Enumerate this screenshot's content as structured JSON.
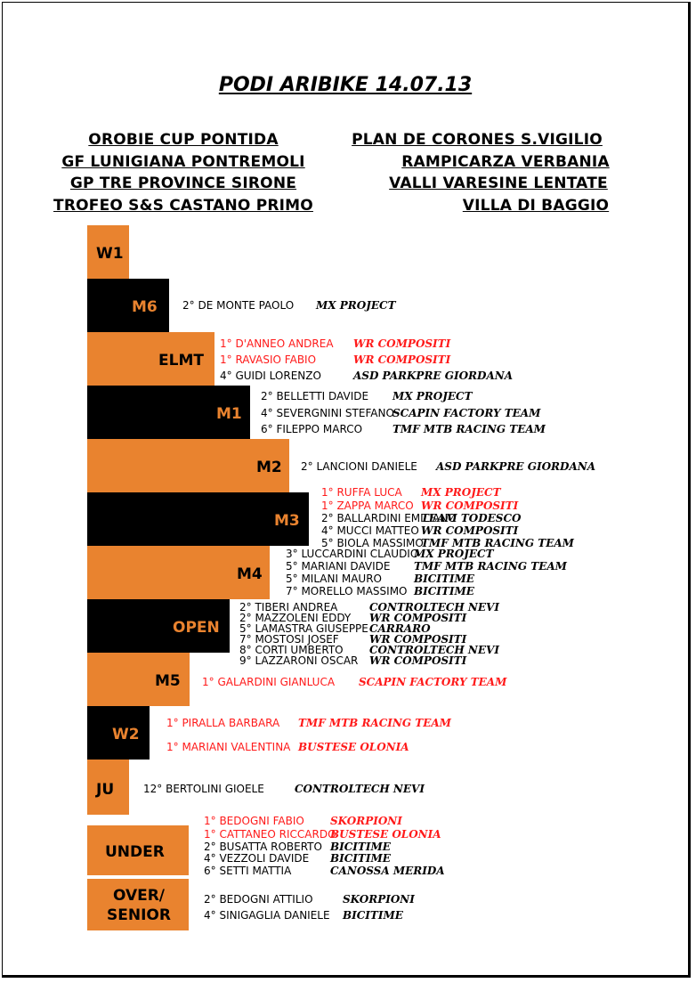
{
  "title": "PODI ARIBIKE 14.07.13",
  "events": [
    "OROBIE CUP PONTIDA",
    "PLAN DE CORONES S.VIGILIO",
    "GF LUNIGIANA PONTREMOLI",
    "RAMPICARZA VERBANIA",
    "GP TRE PROVINCE SIRONE",
    "VALLI VARESINE LENTATE",
    "TROFEO S&S CASTANO PRIMO",
    "VILLA DI BAGGIO"
  ],
  "colors": {
    "orange": "#e9832f",
    "black": "#000000",
    "red": "#ff1a1a"
  },
  "categories": [
    {
      "label": "W1",
      "results": []
    },
    {
      "label": "M6",
      "results": [
        {
          "place": "2° DE MONTE PAOLO",
          "team": "MX PROJECT",
          "highlight": false
        }
      ]
    },
    {
      "label": "ELMT",
      "results": [
        {
          "place": "1° D'ANNEO ANDREA",
          "team": "WR COMPOSITI",
          "highlight": true
        },
        {
          "place": "1° RAVASIO FABIO",
          "team": "WR COMPOSITI",
          "highlight": true
        },
        {
          "place": "4° GUIDI LORENZO",
          "team": "ASD PARKPRE GIORDANA",
          "highlight": false
        }
      ]
    },
    {
      "label": "M1",
      "results": [
        {
          "place": "2° BELLETTI DAVIDE",
          "team": "MX PROJECT",
          "highlight": false
        },
        {
          "place": "4° SEVERGNINI STEFANO",
          "team": "SCAPIN FACTORY TEAM",
          "highlight": false
        },
        {
          "place": "6° FILEPPO MARCO",
          "team": "TMF MTB RACING TEAM",
          "highlight": false
        }
      ]
    },
    {
      "label": "M2",
      "results": [
        {
          "place": "2° LANCIONI DANIELE",
          "team": "ASD PARKPRE GIORDANA",
          "highlight": false
        }
      ]
    },
    {
      "label": "M3",
      "results": [
        {
          "place": "1° RUFFA LUCA",
          "team": "MX PROJECT",
          "highlight": true
        },
        {
          "place": "1° ZAPPA MARCO",
          "team": "WR COMPOSITI",
          "highlight": true
        },
        {
          "place": "2° BALLARDINI EMILIANO",
          "team": "TEAM TODESCO",
          "highlight": false
        },
        {
          "place": "4° MUCCI MATTEO",
          "team": "WR COMPOSITI",
          "highlight": false
        },
        {
          "place": "5° BIOLA MASSIMO",
          "team": "TMF MTB RACING TEAM",
          "highlight": false
        }
      ]
    },
    {
      "label": "M4",
      "results": [
        {
          "place": "3° LUCCARDINI CLAUDIO",
          "team": "MX PROJECT",
          "highlight": false
        },
        {
          "place": "5° MARIANI DAVIDE",
          "team": "TMF MTB RACING TEAM",
          "highlight": false
        },
        {
          "place": "5° MILANI MAURO",
          "team": "BICITIME",
          "highlight": false
        },
        {
          "place": "7° MORELLO MASSIMO",
          "team": "BICITIME",
          "highlight": false
        }
      ]
    },
    {
      "label": "OPEN",
      "results": [
        {
          "place": "2° TIBERI ANDREA",
          "team": "CONTROLTECH NEVI",
          "highlight": false
        },
        {
          "place": "2° MAZZOLENI EDDY",
          "team": "WR COMPOSITI",
          "highlight": false
        },
        {
          "place": "5° LAMASTRA GIUSEPPE",
          "team": "CARRARO",
          "highlight": false
        },
        {
          "place": "7° MOSTOSI JOSEF",
          "team": "WR COMPOSITI",
          "highlight": false
        },
        {
          "place": "8° CORTI UMBERTO",
          "team": "CONTROLTECH NEVI",
          "highlight": false
        },
        {
          "place": "9° LAZZARONI OSCAR",
          "team": "WR COMPOSITI",
          "highlight": false
        }
      ]
    },
    {
      "label": "M5",
      "results": [
        {
          "place": "1° GALARDINI GIANLUCA",
          "team": "SCAPIN FACTORY TEAM",
          "highlight": true
        }
      ]
    },
    {
      "label": "W2",
      "results": [
        {
          "place": "1° PIRALLA BARBARA",
          "team": "TMF MTB RACING TEAM",
          "highlight": true
        },
        {
          "place": "1° MARIANI VALENTINA",
          "team": "BUSTESE OLONIA",
          "highlight": true
        }
      ]
    },
    {
      "label": "JU",
      "results": [
        {
          "place": "12° BERTOLINI GIOELE",
          "team": "CONTROLTECH NEVI",
          "highlight": false
        }
      ]
    },
    {
      "label": "UNDER",
      "results": [
        {
          "place": "1° BEDOGNI FABIO",
          "team": "SKORPIONI",
          "highlight": true
        },
        {
          "place": "1° CATTANEO RICCARDO",
          "team": "BUSTESE OLONIA",
          "highlight": true
        },
        {
          "place": "2° BUSATTA ROBERTO",
          "team": "BICITIME",
          "highlight": false
        },
        {
          "place": "4° VEZZOLI DAVIDE",
          "team": "BICITIME",
          "highlight": false
        },
        {
          "place": "6° SETTI MATTIA",
          "team": "CANOSSA MERIDA",
          "highlight": false
        }
      ]
    },
    {
      "label": "OVER/ SENIOR",
      "results": [
        {
          "place": "2° BEDOGNI ATTILIO",
          "team": "SKORPIONI",
          "highlight": false
        },
        {
          "place": "4° SINIGAGLIA DANIELE",
          "team": "BICITIME",
          "highlight": false
        }
      ]
    }
  ]
}
